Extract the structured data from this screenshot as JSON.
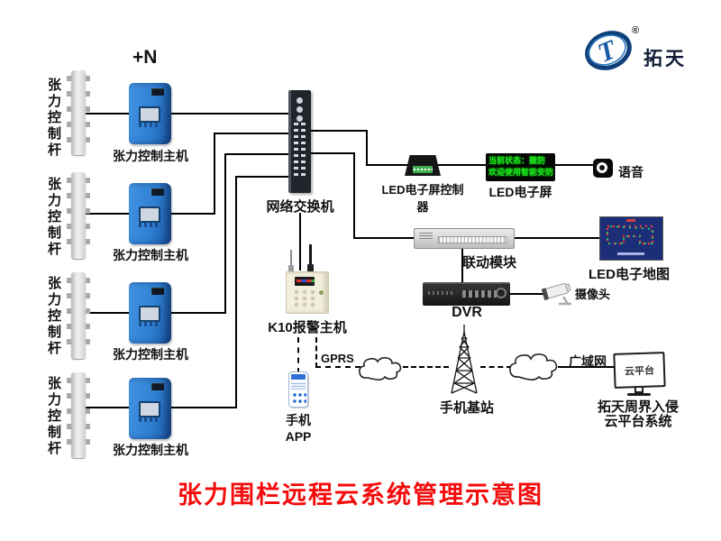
{
  "logo": {
    "text": "拓天",
    "reg": "®"
  },
  "plus_n": "+N",
  "left_groups": [
    {
      "pole": "张力控制杆",
      "host": "张力控制主机"
    },
    {
      "pole": "张力控制杆",
      "host": "张力控制主机"
    },
    {
      "pole": "张力控制杆",
      "host": "张力控制主机"
    },
    {
      "pole": "张力控制杆",
      "host": "张力控制主机"
    }
  ],
  "switch_label": "网络交换机",
  "led_controller_label": "LED电子屏控制器",
  "led_screen": {
    "line1": "当前状态：撤防",
    "line2": "欢迎使用智能安防",
    "label": "LED电子屏"
  },
  "voice_label": "语音",
  "linkage_label": "联动模块",
  "led_map_label": "LED电子地图",
  "dvr_label": "DVR",
  "camera_label": "摄像头",
  "k10_label": "K10报警主机",
  "gprs_label": "GPRS",
  "phone_label": "手机APP",
  "tower_label": "手机基站",
  "wan_label": "广域网",
  "monitor_text": "云平台",
  "cloud_system": {
    "line1": "拓天周界入侵",
    "line2": "云平台系统"
  },
  "title": "张力围栏远程云系统管理示意图",
  "colors": {
    "title_red": "#f40b0b",
    "host_blue": "#2f7fd3",
    "led_green": "#1fe31f",
    "map_navy": "#1d2e78",
    "logo_blue": "#164a86"
  }
}
